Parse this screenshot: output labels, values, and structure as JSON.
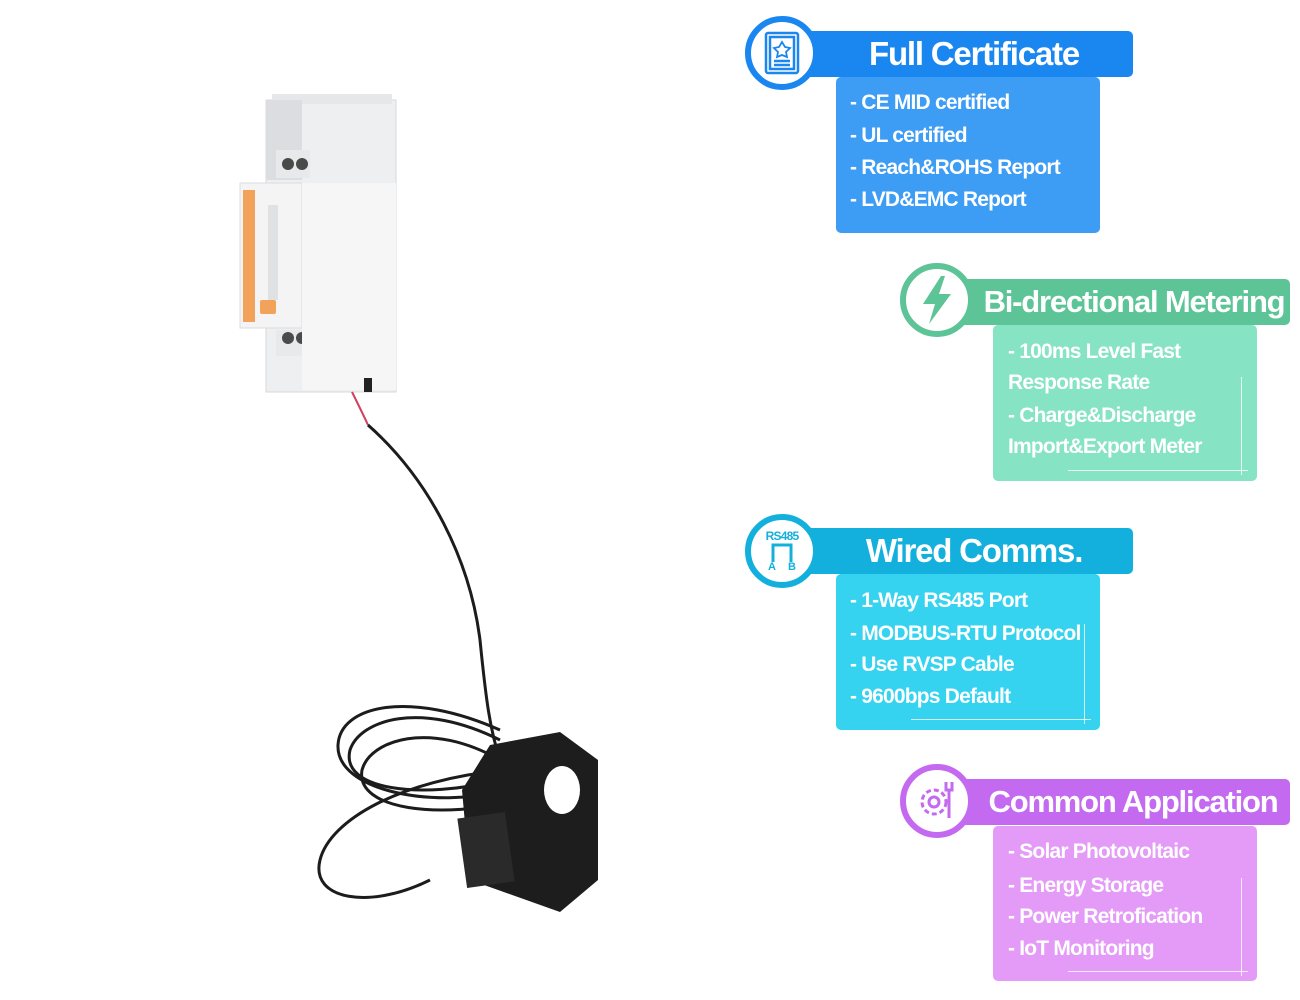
{
  "colors": {
    "blue_bar": "#1a86f0",
    "blue_body": "#3d9cf3",
    "green_bar": "#5cc497",
    "green_body": "#86e3c3",
    "cyan_bar": "#13b0dd",
    "cyan_body": "#35d3ef",
    "purple_bar": "#c46af0",
    "purple_body": "#e49af7"
  },
  "features": [
    {
      "title": "Full Certificate",
      "icon": "certificate-icon",
      "items": [
        "- CE MID certified",
        "- UL certified",
        "- Reach&ROHS Report",
        "- LVD&EMC Report"
      ]
    },
    {
      "title": "Bi-drectional Metering",
      "icon": "lightning-icon",
      "items": [
        "- 100ms Level Fast",
        "Response Rate",
        "- Charge&Discharge",
        "Import&Export Meter"
      ]
    },
    {
      "title": "Wired Comms.",
      "icon": "rs485-icon",
      "icon_text": {
        "top": "RS485",
        "a": "A",
        "b": "B"
      },
      "items": [
        "- 1-Way RS485 Port",
        "- MODBUS-RTU Protocol",
        "- Use RVSP Cable",
        "- 9600bps Default"
      ]
    },
    {
      "title": "Common Application",
      "icon": "gear-wrench-icon",
      "items": [
        "- Solar Photovoltaic",
        "- Energy Storage",
        "- Power Retrofication",
        "- IoT Monitoring"
      ]
    }
  ]
}
